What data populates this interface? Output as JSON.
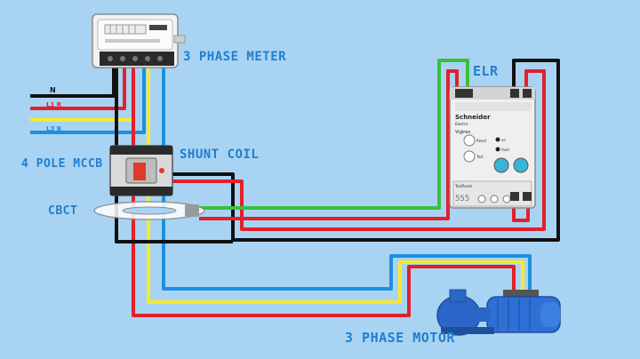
{
  "labels": {
    "meter": "3 PHASE METER",
    "elr": "ELR",
    "shunt_coil": "SHUNT COIL",
    "mccb": "4 POLE MCCB",
    "cbct": "CBCT",
    "motor": "3 PHASE MOTOR"
  },
  "supply_lines": {
    "neutral": "N",
    "l1": "L1 R",
    "l3": "L3 B"
  },
  "elr_device": {
    "brand": "Schneider",
    "sub": "Electric",
    "model": "Vigirex",
    "knob_labels": [
      "Reset",
      "Test"
    ],
    "led_labels": [
      "on",
      "fault"
    ],
    "panel_text": "TestReset",
    "digits": "555"
  },
  "colors": {
    "background": "#a9d3f2",
    "neutral": "#111111",
    "red": "#e3202a",
    "yellow": "#f5ea2a",
    "blue": "#1e8fe0",
    "green": "#39c039",
    "label": "#1f7fd0"
  }
}
